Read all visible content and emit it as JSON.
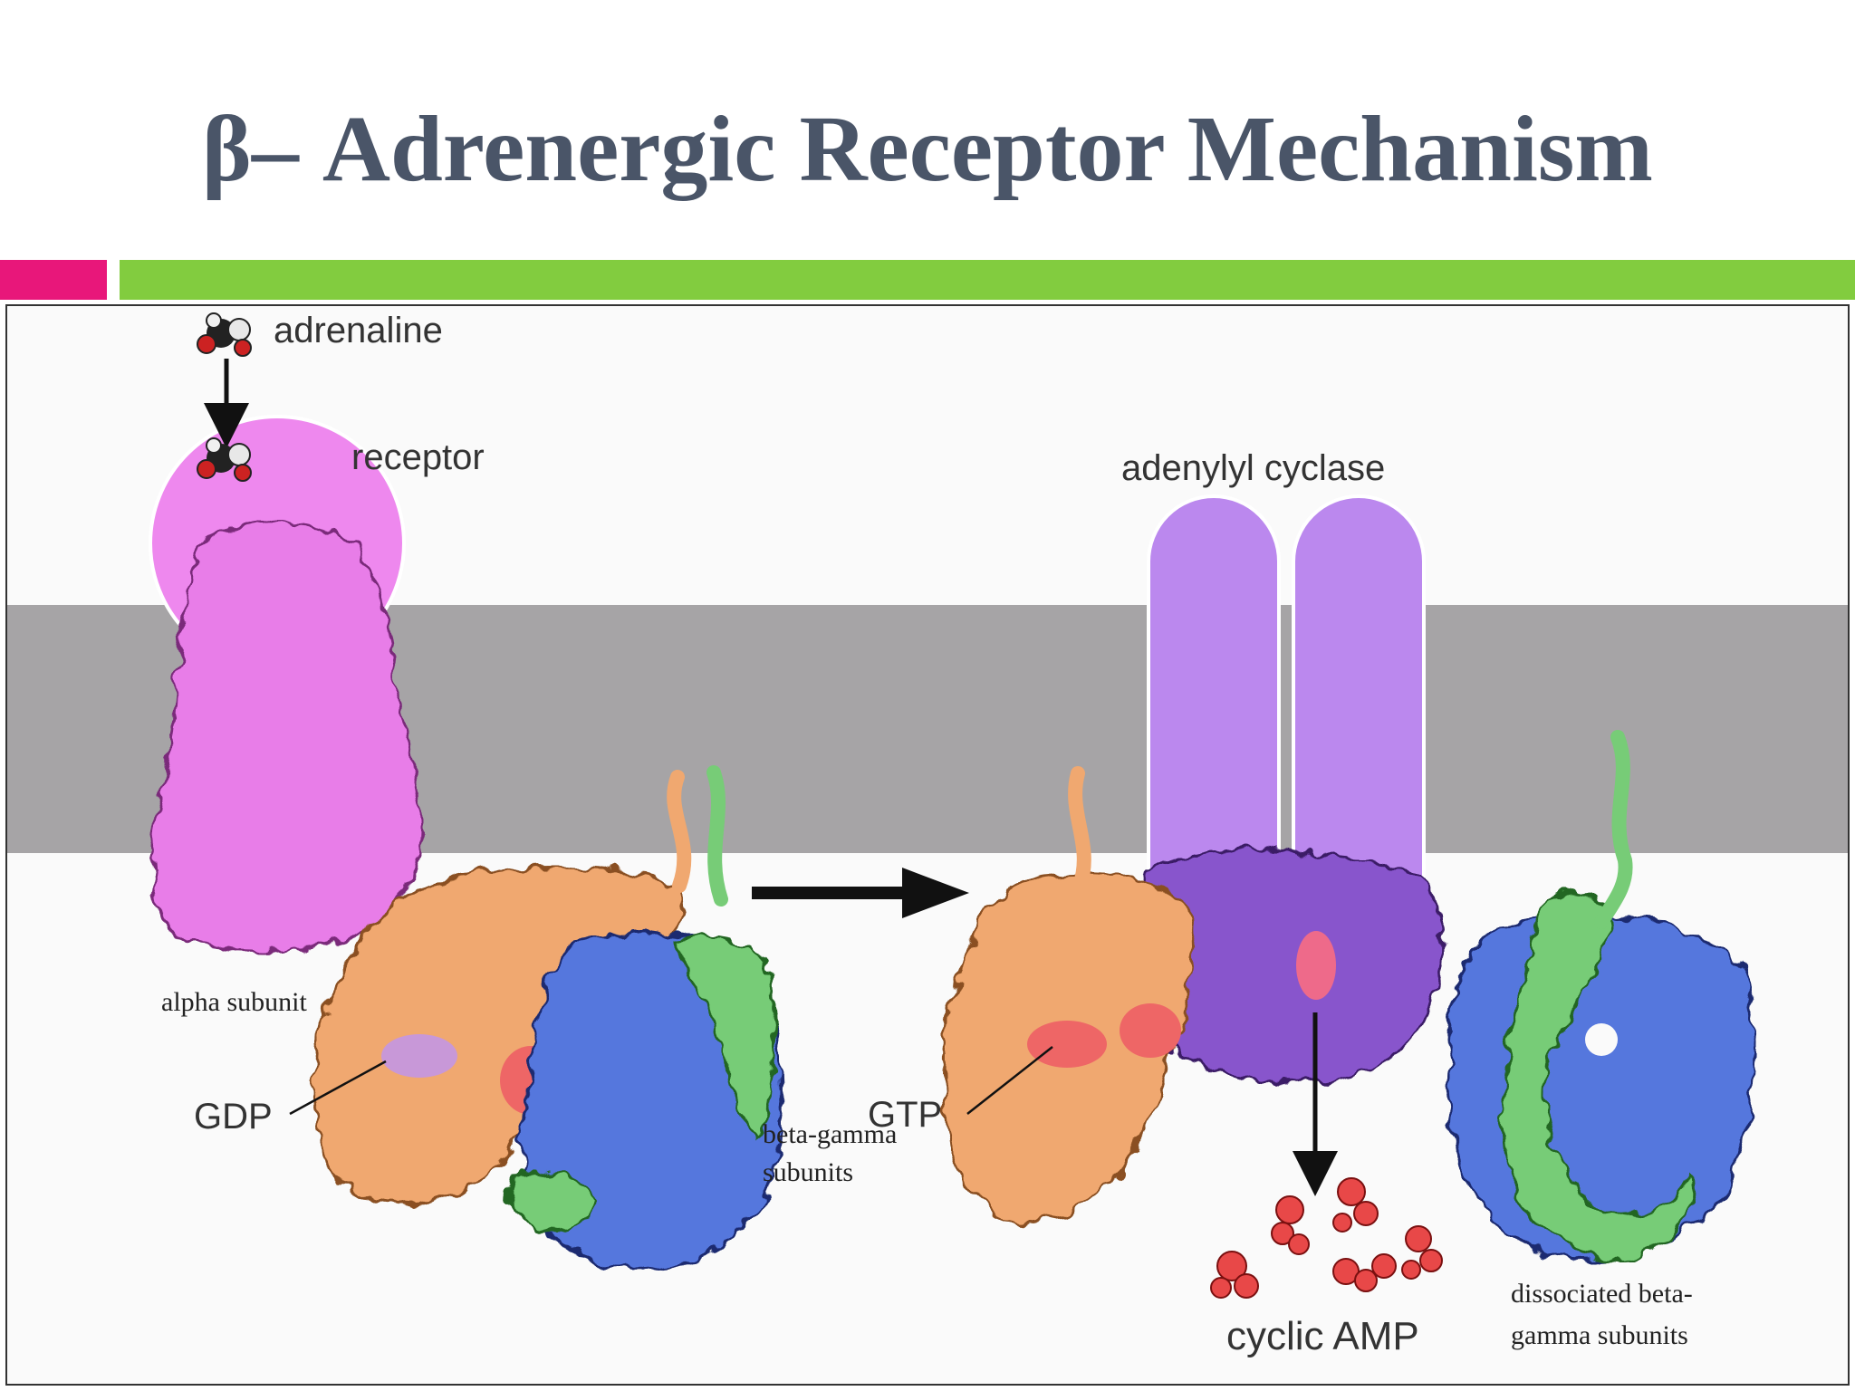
{
  "slide": {
    "title": "β– Adrenergic Receptor Mechanism"
  },
  "labels": {
    "adrenaline": "adrenaline",
    "receptor": "receptor",
    "adenylyl_cyclase": "adenylyl cyclase",
    "alpha_subunit": "alpha subunit",
    "gdp": "GDP",
    "gtp": "GTP",
    "beta_gamma_line1": "beta-gamma",
    "beta_gamma_line2": "subunits",
    "cyclic_amp": "cyclic AMP",
    "dissociated_line1": "dissociated beta-",
    "dissociated_line2": "gamma subunits"
  },
  "colors": {
    "title": "#4a5568",
    "accent_pink": "#e8177a",
    "accent_green": "#82cc3f",
    "membrane": "#a6a4a6",
    "receptor": "#e87de8",
    "alpha_subunit": "#f0a870",
    "beta_subunit": "#5577dd",
    "gamma_subunit": "#77cc77",
    "adenylyl_cyclase": "#bb88ee",
    "cyclase_core": "#8855cc",
    "cyclic_amp": "#e84848"
  }
}
